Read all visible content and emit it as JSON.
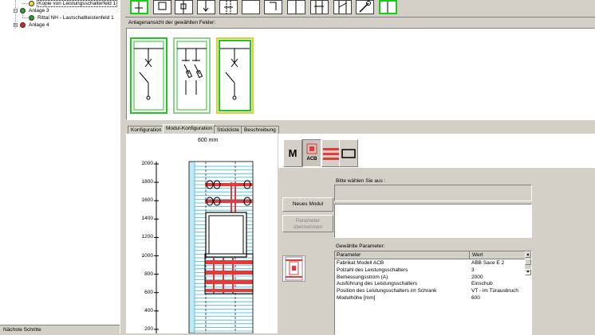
{
  "tree": {
    "items": [
      {
        "label": "Kopie von Leistungsschalterfeld 1",
        "status": "yellow",
        "expander": ""
      },
      {
        "label": "Anlage 3",
        "status": "green",
        "expander": "−"
      },
      {
        "label": "Rittal NH - Lastschaltleistenfeld 1",
        "status": "green",
        "expander": ""
      },
      {
        "label": "Anlage 4",
        "status": "red",
        "expander": "+"
      }
    ]
  },
  "status_left": "Nächste Schritte",
  "toolbar": {
    "buttons": [
      "switch-symbol",
      "box-symbol",
      "fuse-symbol",
      "arrow-symbol",
      "double-line-symbol",
      "blank-symbol",
      "corner-symbol",
      "pipe-symbol",
      "switch-pair-symbol",
      "tool-symbol",
      "line-symbol"
    ]
  },
  "field_view": {
    "label": "Anlagenansicht der gewählten Felder:"
  },
  "tabs": [
    {
      "label": "Konfiguration",
      "active": false
    },
    {
      "label": "Modul-Konfiguration",
      "active": true
    },
    {
      "label": "Stückliste",
      "active": false
    },
    {
      "label": "Beschreibung",
      "active": false
    }
  ],
  "drawing": {
    "width_label": "600 mm",
    "y_ticks": [
      "2000",
      "1800",
      "1600",
      "1400",
      "1200",
      "1000",
      "800",
      "600",
      "400",
      "200"
    ]
  },
  "module_buttons": {
    "m_label": "M",
    "acb_label": "ACB"
  },
  "config": {
    "choose_label": "Bitte wählen Sie aus :",
    "new_module_btn": "Neues Modul",
    "apply_params_btn": "Parameter übernehmen",
    "selected_params_label": "Gewählte Parameter:",
    "table": {
      "headers": [
        "Parameter",
        "Wert"
      ],
      "rows": [
        [
          "Fabrikat Modell ACB",
          "ABB Sace E 2"
        ],
        [
          "Polzahl des Leistungsschalters",
          "3"
        ],
        [
          "Bemessungsstrom (A)",
          "2000"
        ],
        [
          "Ausführung des Leistungsschalters",
          "Einschub"
        ],
        [
          "Position des Leistungsschalters im Schrank",
          "VT - im Türausbruch"
        ],
        [
          "Modulhöhe [mm]",
          "600"
        ]
      ]
    }
  },
  "colors": {
    "green_border": "#1ec81e",
    "red_accent": "#e23b3b",
    "cyan_grid": "#39b8d8"
  }
}
